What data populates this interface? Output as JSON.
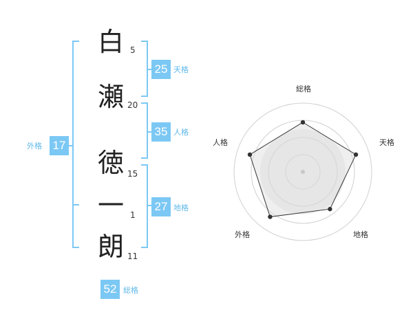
{
  "name": {
    "characters": [
      {
        "char": "白",
        "strokes": "5"
      },
      {
        "char": "瀬",
        "strokes": "20"
      },
      {
        "char": "徳",
        "strokes": "15"
      },
      {
        "char": "一",
        "strokes": "1"
      },
      {
        "char": "朗",
        "strokes": "11"
      }
    ]
  },
  "fortune": {
    "tenkaku": {
      "value": "25",
      "label": "天格"
    },
    "jinkaku": {
      "value": "35",
      "label": "人格"
    },
    "chikaku": {
      "value": "27",
      "label": "地格"
    },
    "gaikaku": {
      "value": "17",
      "label": "外格"
    },
    "soukaku": {
      "value": "52",
      "label": "総格"
    }
  },
  "colors": {
    "accent": "#7cc8f4",
    "accent_text": "#5fb8ea",
    "radar_fill": "#eeeeee",
    "radar_ring": "#d0d0d0",
    "radar_line": "#333333"
  },
  "radar": {
    "axes": [
      "総格",
      "天格",
      "地格",
      "外格",
      "人格"
    ],
    "values": [
      0.72,
      0.81,
      0.67,
      0.81,
      0.81
    ],
    "rings": 4
  }
}
